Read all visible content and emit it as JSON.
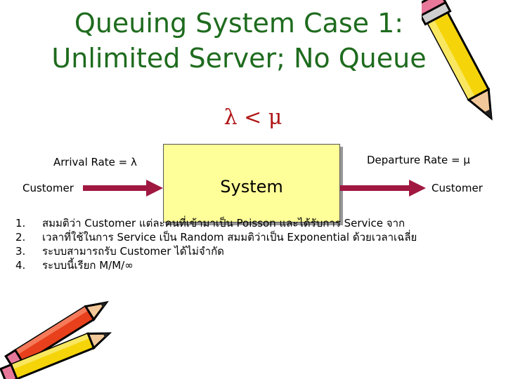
{
  "title": {
    "line1": "Queuing System Case 1:",
    "line2": "Unlimited Server; No Queue"
  },
  "relation": "λ < μ",
  "arrival_rate_label": "Arrival Rate = λ",
  "departure_rate_label": "Departure Rate = μ",
  "customer_in": "Customer",
  "customer_out": "Customer",
  "system_label": "System",
  "notes": [
    {
      "num": "1.",
      "text": "สมมติว่า Customer แต่ละคนที่เข้ามาเป็น Poisson และได้รับการ Service จาก"
    },
    {
      "num": "2.",
      "text": "เวลาที่ใช้ในการ Service เป็น Random สมมติว่าเป็น Exponential ด้วยเวลาเฉลี่ย"
    },
    {
      "num": "3.",
      "text": "ระบบสามารถรับ Customer ได้ไม่จำกัด"
    },
    {
      "num": "4.",
      "text": "ระบบนี้เรียก M/M/∞"
    }
  ],
  "colors": {
    "title": "#1e6b1e",
    "relation": "#b01717",
    "arrow": "#a01840",
    "box_fill": "#ffff99"
  }
}
